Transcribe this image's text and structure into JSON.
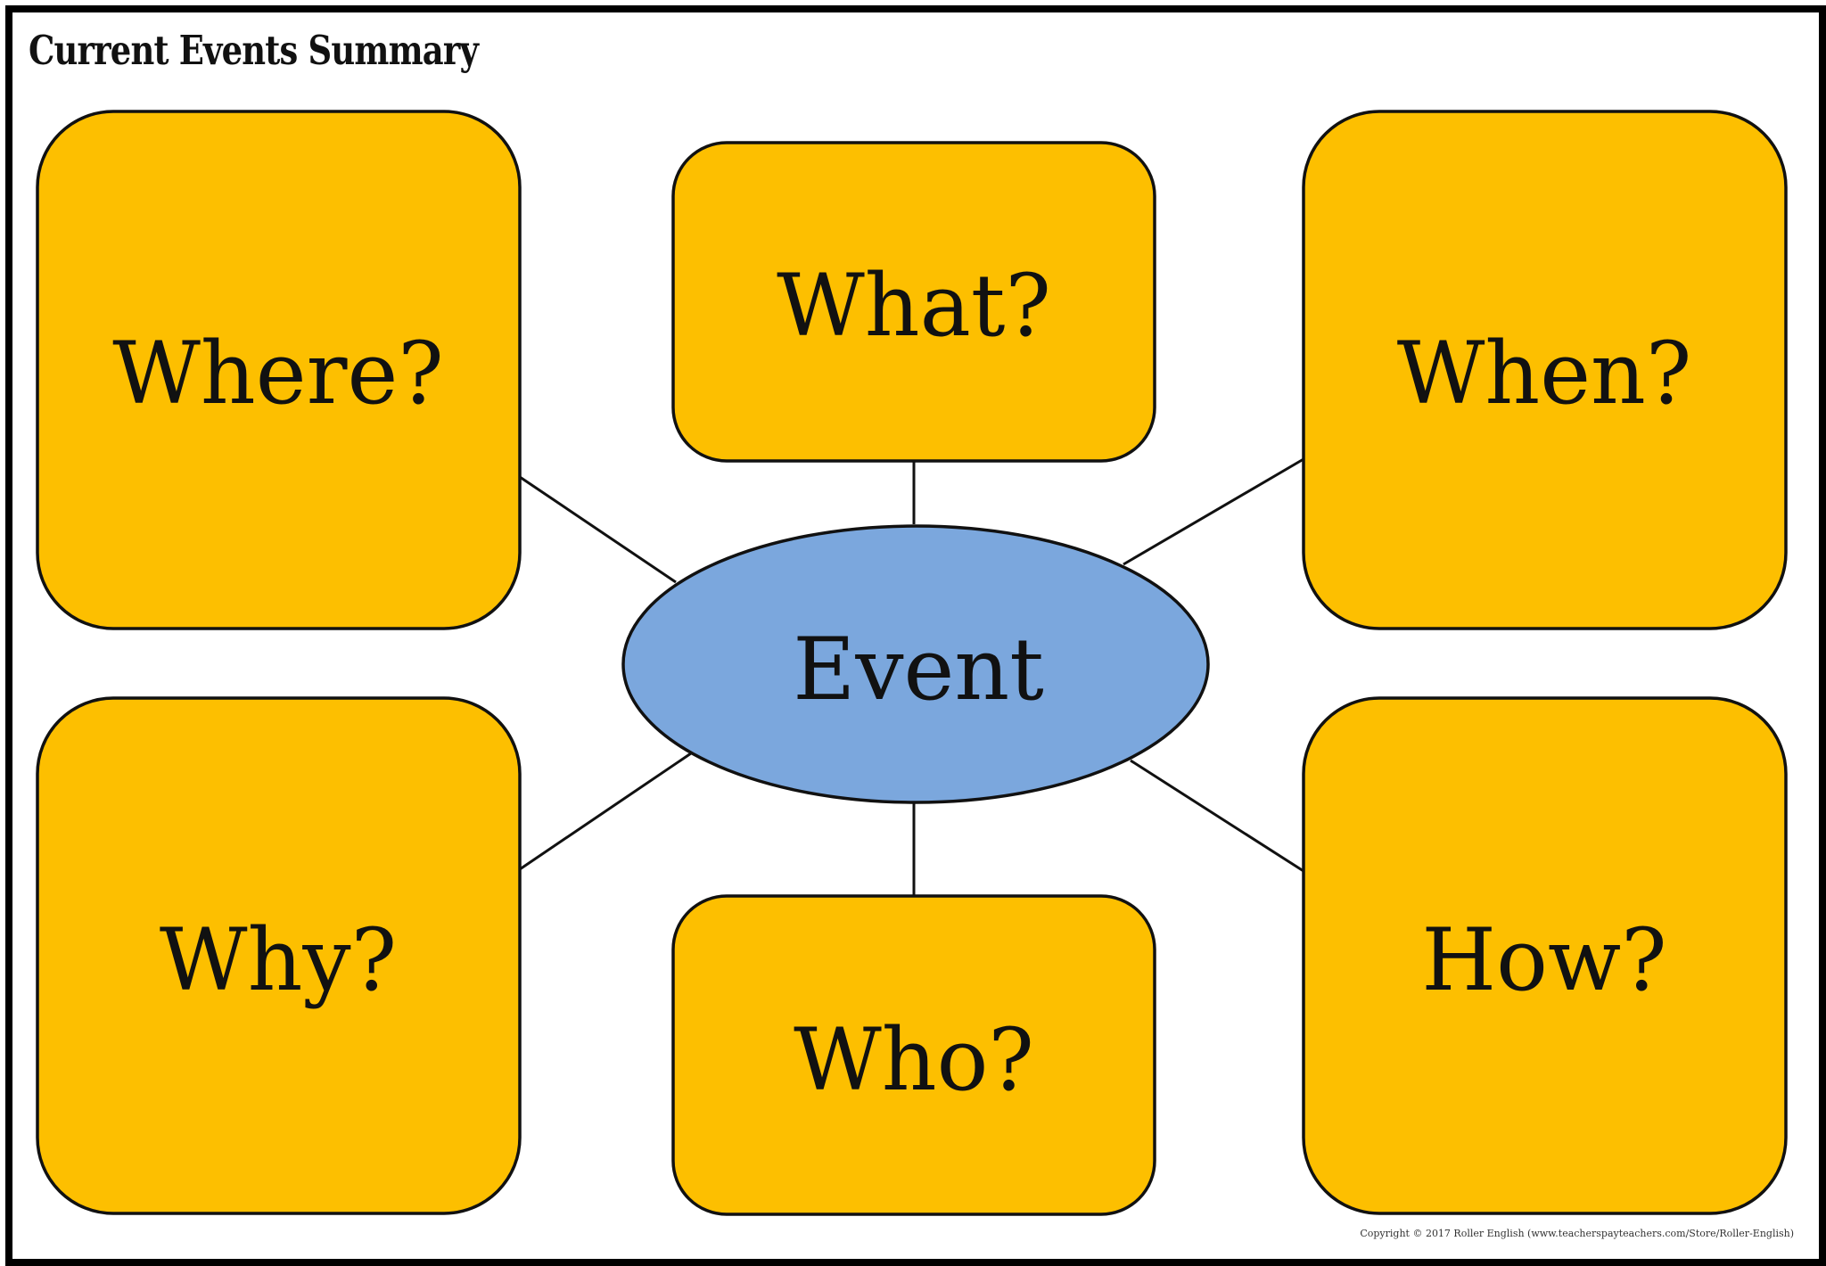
{
  "worksheet": {
    "title": "Current Events Summary",
    "copyright": "Copyright © 2017 Roller English (www.teacherspayteachers.com/Store/Roller-English)"
  },
  "diagram": {
    "center": {
      "label": "Event",
      "fill": "#7BA7DD"
    },
    "box_fill": "#FDBF00",
    "outline_color": "#111111",
    "boxes": {
      "where": "Where?",
      "what": "What?",
      "when": "When?",
      "why": "Why?",
      "who": "Who?",
      "how": "How?"
    }
  }
}
